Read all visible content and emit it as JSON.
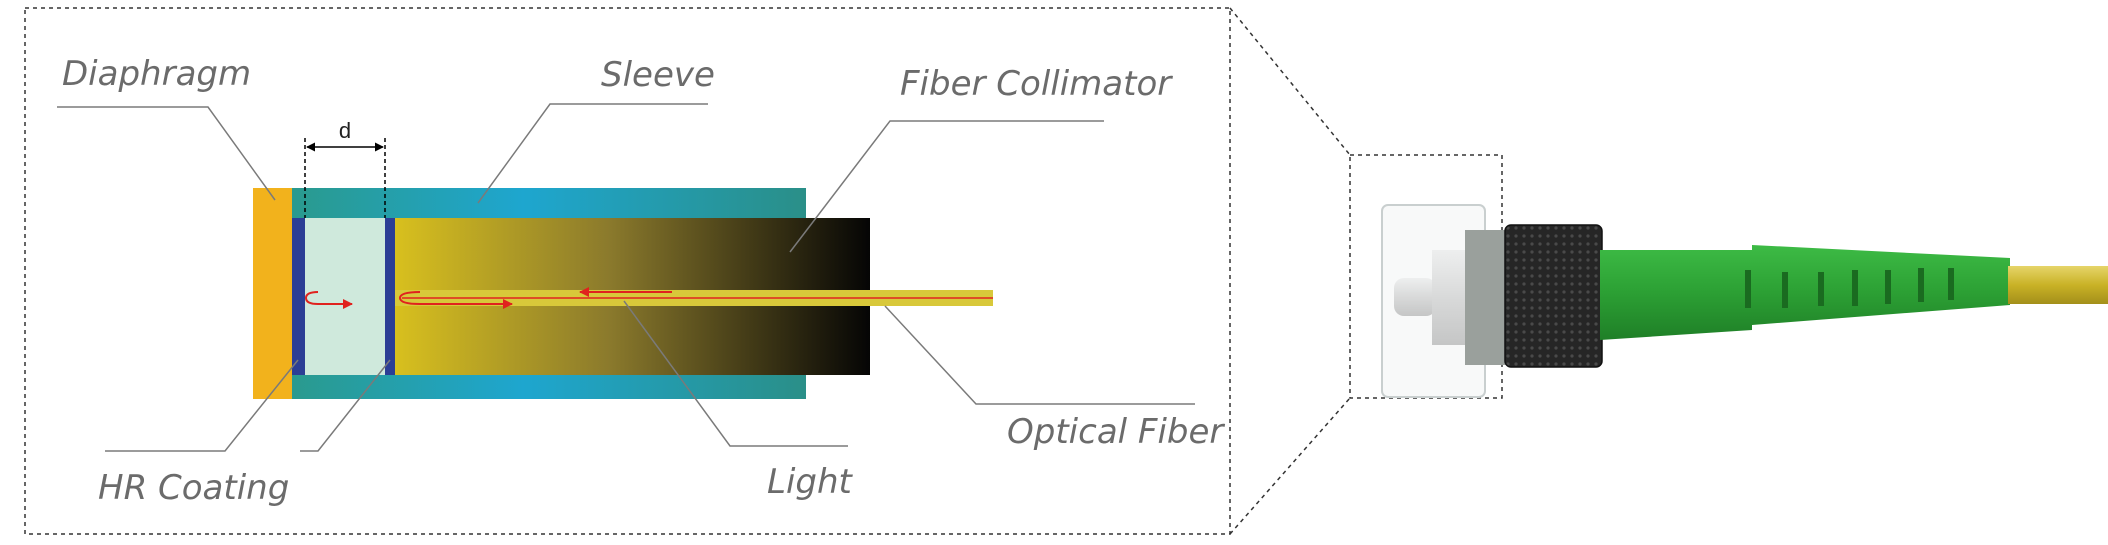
{
  "labels": {
    "diaphragm": "Diaphragm",
    "sleeve": "Sleeve",
    "fiber_collimator": "Fiber Collimator",
    "optical_fiber": "Optical Fiber",
    "hr_coating": "HR Coating",
    "light": "Light",
    "gap": "d"
  },
  "colors": {
    "diaphragm": "#f2b21c",
    "sleeve": "#1ea6c9",
    "hr_coating": "#2c3e95",
    "cavity": "#cfe9dc",
    "fiber": "#d8c83a",
    "light_ray": "#e0221e",
    "connector_boot": "#2fa83a",
    "connector_nut": "#222222",
    "leader_line": "#7a7a7a"
  }
}
